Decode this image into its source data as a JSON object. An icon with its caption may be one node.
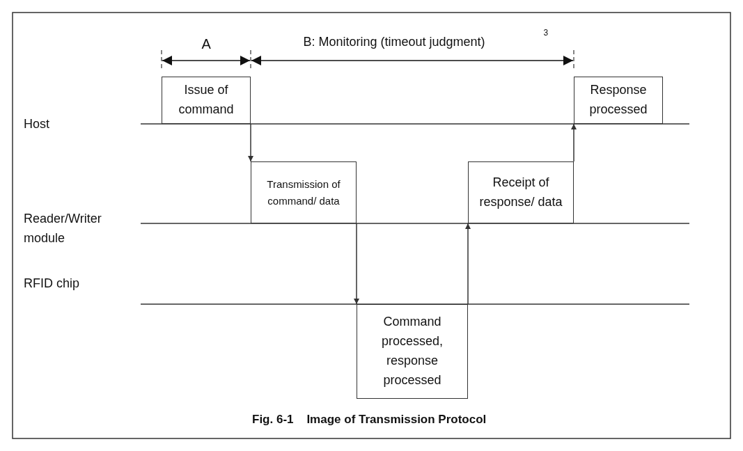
{
  "diagram": {
    "caption": "Fig. 6-1    Image of Transmission Protocol",
    "nodes": [
      {
        "text": [
          "Issue of command"
        ]
      },
      {
        "text": [
          "Transmission of command/ data"
        ]
      },
      {
        "text": [
          "Command processed, response processed"
        ]
      },
      {
        "text": [
          "Receipt of response/ data"
        ]
      },
      {
        "text": [
          "Response processed"
        ]
      }
    ],
    "edges": [
      {
        "from": 0,
        "to": 1,
        "arrow": "to"
      },
      {
        "from": 1,
        "to": 2,
        "arrow": "to"
      },
      {
        "from": 2,
        "to": 3,
        "arrow": "to"
      },
      {
        "from": 3,
        "to": 4,
        "arrow": "to"
      }
    ],
    "labels": [
      "A",
      "B: Monitoring (timeout judgment)",
      "3",
      "Host",
      "Reader/Writer module",
      "RFID chip"
    ]
  }
}
